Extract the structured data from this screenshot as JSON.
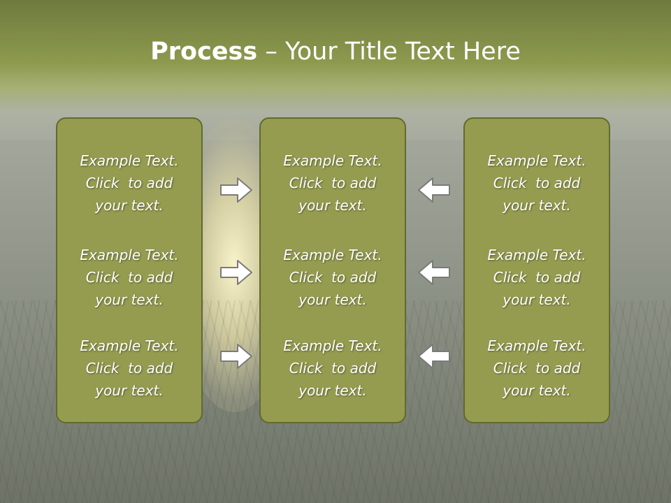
{
  "title": {
    "bold": "Process",
    "rest": " – Your Title Text Here"
  },
  "columns": [
    {
      "items": [
        {
          "line1": "Example Text.",
          "line2": "Click  to add",
          "line3": "your text."
        },
        {
          "line1": "Example Text.",
          "line2": "Click  to add",
          "line3": "your text."
        },
        {
          "line1": "Example Text.",
          "line2": "Click  to add",
          "line3": "your text."
        }
      ]
    },
    {
      "items": [
        {
          "line1": "Example Text.",
          "line2": "Click  to add",
          "line3": "your text."
        },
        {
          "line1": "Example Text.",
          "line2": "Click  to add",
          "line3": "your text."
        },
        {
          "line1": "Example Text.",
          "line2": "Click  to add",
          "line3": "your text."
        }
      ]
    },
    {
      "items": [
        {
          "line1": "Example Text.",
          "line2": "Click  to add",
          "line3": "your text."
        },
        {
          "line1": "Example Text.",
          "line2": "Click  to add",
          "line3": "your text."
        },
        {
          "line1": "Example Text.",
          "line2": "Click  to add",
          "line3": "your text."
        }
      ]
    }
  ],
  "arrows": {
    "left_group": [
      "arrow-right-icon",
      "arrow-right-icon",
      "arrow-right-icon"
    ],
    "right_group": [
      "arrow-left-icon",
      "arrow-left-icon",
      "arrow-left-icon"
    ]
  },
  "colors": {
    "box_fill": "#959c50",
    "box_border": "#626a2d",
    "arrow_fill": "#ffffff",
    "arrow_stroke": "#7a7a7a"
  }
}
